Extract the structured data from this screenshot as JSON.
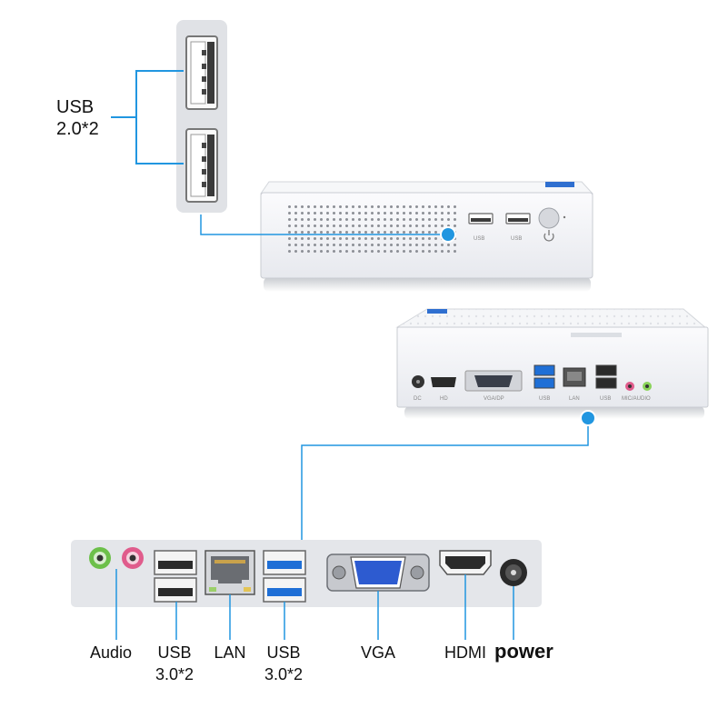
{
  "top_usb_label": {
    "line1": "USB",
    "line2": "2.0*2"
  },
  "front_port_text": {
    "usb_left": "USB",
    "usb_right": "USB"
  },
  "rear_port_text": [
    "DC",
    "HD",
    "VGA/DP",
    "USB",
    "LAN",
    "USB",
    "MIC/AUDIO"
  ],
  "port_labels": {
    "audio": "Audio",
    "usb_a": {
      "line1": "USB",
      "line2": "3.0*2"
    },
    "lan": "LAN",
    "usb_b": {
      "line1": "USB",
      "line2": "3.0*2"
    },
    "vga": "VGA",
    "hdmi": "HDMI",
    "power": "power"
  },
  "colors": {
    "callout_line": "#2196e0",
    "panel_bg": "#e4e6ea",
    "usb3_blue": "#1f6fd6",
    "vga_blue": "#2d5bd0",
    "mic_pink": "#e05c8c",
    "audio_green": "#6cc04a",
    "case_white": "#f3f4f7"
  },
  "icons": [
    "usb-port-icon",
    "power-button-icon",
    "rj45-port-icon",
    "vga-port-icon",
    "hdmi-port-icon",
    "dc-jack-icon",
    "audio-jack-icon"
  ]
}
